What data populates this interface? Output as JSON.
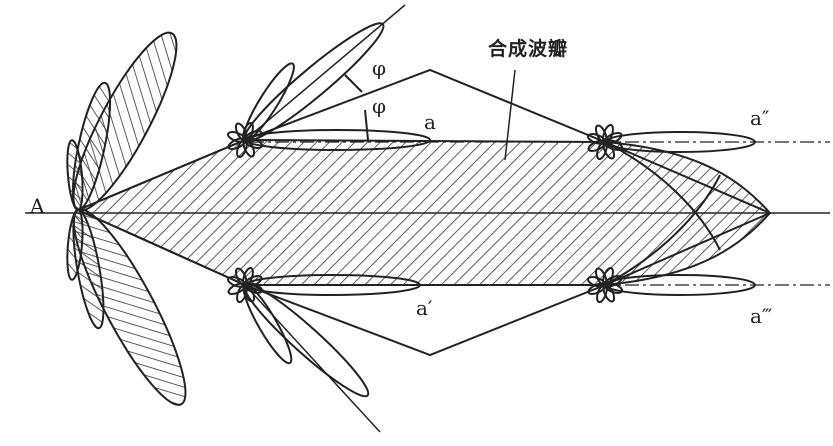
{
  "labels": {
    "source": "A",
    "angle_upper": "φ",
    "angle_lower": "φ",
    "element_a": "a",
    "element_a1": "a′",
    "element_a2": "a″",
    "element_a3": "a‴",
    "composite_lobe": "合成波瓣"
  },
  "colors": {
    "ink": "#222222",
    "background": "#ffffff"
  }
}
